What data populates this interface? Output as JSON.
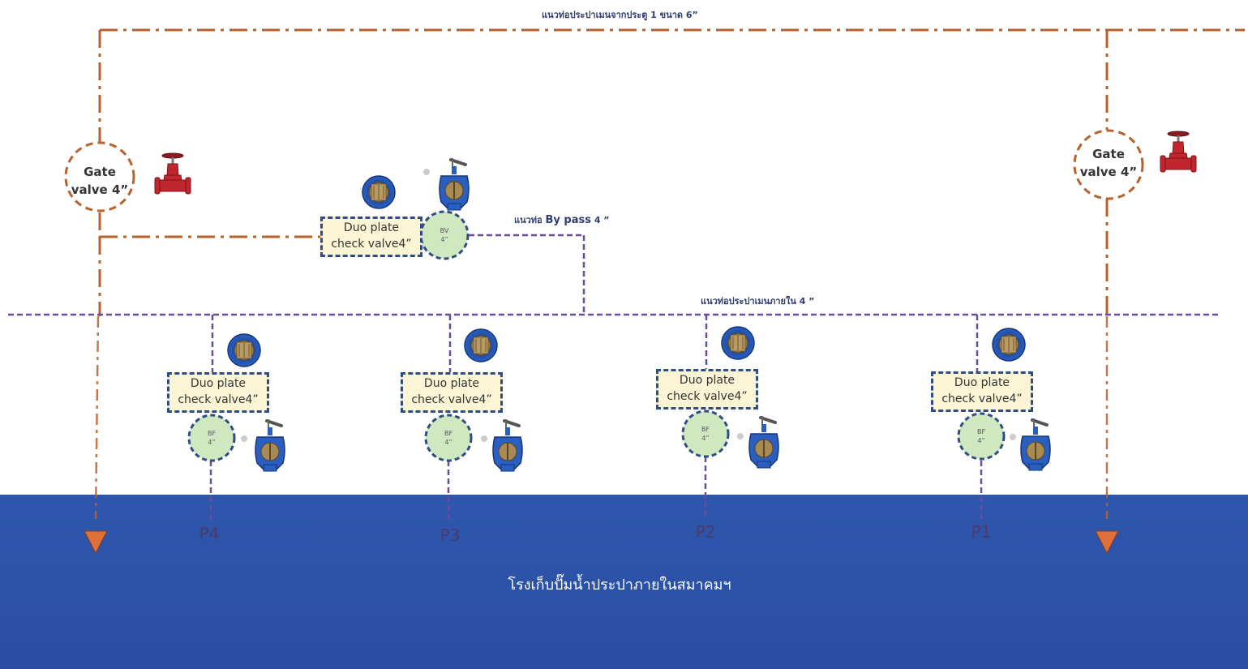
{
  "lines": {
    "main_external": "แนวท่อประปาเมนจากประตู 1 ขนาด 6”",
    "bypass_prefix": "แนวท่อ",
    "bypass_name": "By pass",
    "bypass_size": "4 ”",
    "main_internal": "แนวท่อประปาเมนภายใน 4 ”"
  },
  "gate_valves": [
    {
      "line1": "Gate",
      "line2": "valve 4”"
    },
    {
      "line1": "Gate",
      "line2": "valve 4”"
    }
  ],
  "bypass_assembly": {
    "check_line1": "Duo plate",
    "check_line2": "check valve4”",
    "valve_code": "BV",
    "valve_size": "4”"
  },
  "pumps": [
    {
      "label": "P4",
      "check_line1": "Duo plate",
      "check_line2": "check valve4”",
      "valve_code": "BF",
      "valve_size": "4”"
    },
    {
      "label": "P3",
      "check_line1": "Duo plate",
      "check_line2": "check valve4”",
      "valve_code": "BF",
      "valve_size": "4”"
    },
    {
      "label": "P2",
      "check_line1": "Duo plate",
      "check_line2": "check valve4”",
      "valve_code": "BF",
      "valve_size": "4”"
    },
    {
      "label": "P1",
      "check_line1": "Duo plate",
      "check_line2": "check valve4”",
      "valve_code": "BF",
      "valve_size": "4”"
    }
  ],
  "tank": {
    "title": "โรงเก็บปั๊มน้ำประปาภายในสมาคมฯ"
  },
  "colors": {
    "external_pipe": "#b5622e",
    "internal_pipe": "#6b4c9a",
    "tank": "#2f55a8",
    "box_border": "#2e4d85",
    "box_fill": "#fbf5d6",
    "circle_fill": "#cfe8c0",
    "gate_valve": "#c0262d"
  },
  "icons": {
    "gate_valve": "gate-valve-icon",
    "check_valve": "wafer-check-valve-icon",
    "butterfly_valve": "butterfly-valve-icon"
  }
}
